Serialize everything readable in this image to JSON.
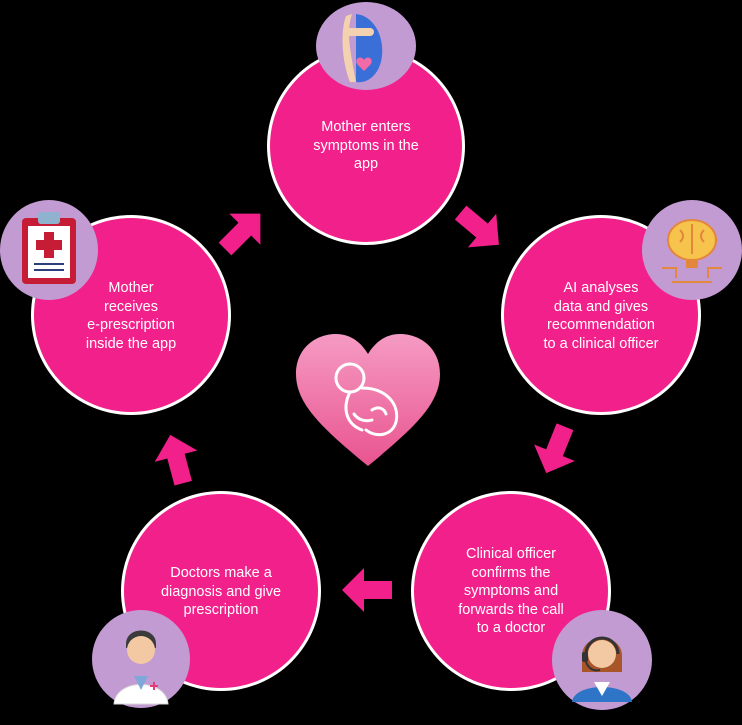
{
  "steps": [
    {
      "text": "Mother enters\nsymptoms in the\napp",
      "icon": "pregnant-belly-icon"
    },
    {
      "text": "AI analyses\ndata and gives\nrecommendation\nto a clinical officer",
      "icon": "ai-brain-chip-icon"
    },
    {
      "text": "Clinical officer\nconfirms the\nsymptoms and\nforwards the call\nto a doctor",
      "icon": "call-center-agent-icon"
    },
    {
      "text": "Doctors make a\ndiagnosis and give\nprescription",
      "icon": "doctor-icon"
    },
    {
      "text": "Mother\nreceives\ne-prescription\ninside the app",
      "icon": "prescription-clipboard-icon"
    }
  ],
  "center_icon": "fetus-heart-icon",
  "colors": {
    "circle": "#f2208a",
    "badge": "#c39bd3",
    "arrow": "#f2208a",
    "background": "#000000",
    "heart": "#f06aa8"
  }
}
